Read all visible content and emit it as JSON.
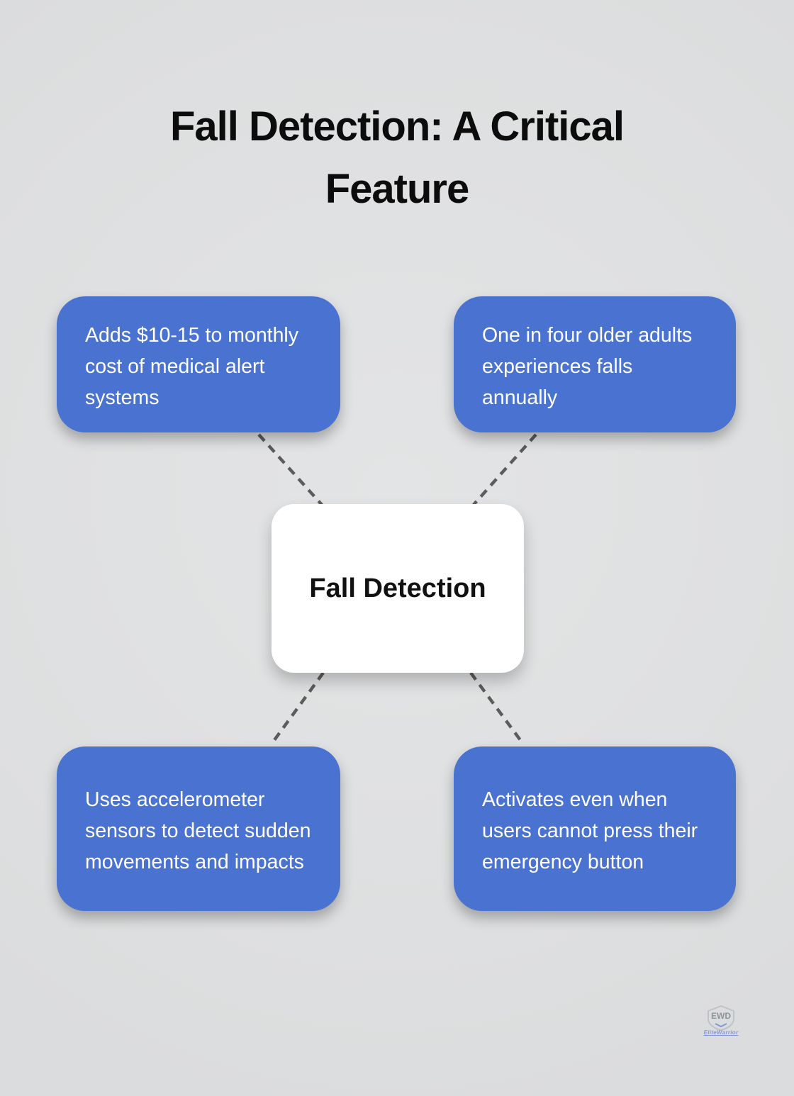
{
  "title_full": "Fall Detection: A Critical Feature",
  "title_lines": [
    "Fall Detection: A Critical",
    "Feature"
  ],
  "center_node": {
    "label": "Fall Detection"
  },
  "nodes": [
    {
      "position": "top-left",
      "text": "Adds $10-15 to monthly cost of medical alert systems"
    },
    {
      "position": "top-right",
      "text": "One in four older adults experiences falls annually"
    },
    {
      "position": "bottom-left",
      "text": "Uses accelerometer sensors to detect sudden movements and impacts"
    },
    {
      "position": "bottom-right",
      "text": "Activates even when users cannot press their emergency button"
    }
  ],
  "watermark": {
    "initials": "EWD",
    "name": "EliteWarrior"
  },
  "colors": {
    "background": "#dfe0e1",
    "node_blue": "#4a72d0",
    "node_text": "#ffffff",
    "center_bg": "#ffffff",
    "center_text": "#111111",
    "connector": "#5c5c5c",
    "title": "#0c0c0c"
  }
}
